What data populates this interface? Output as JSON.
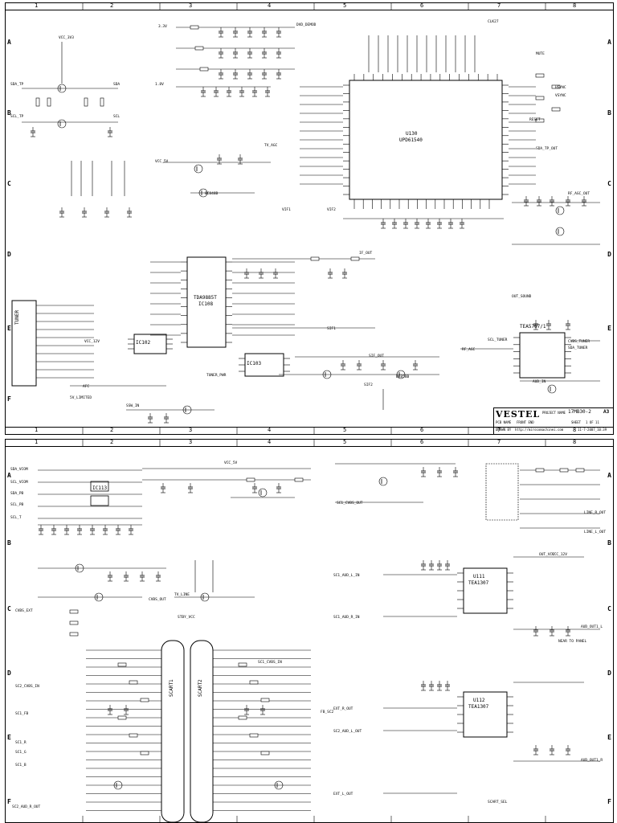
{
  "columns": [
    "1",
    "2",
    "3",
    "4",
    "5",
    "6",
    "7",
    "8"
  ],
  "rows": [
    "A",
    "B",
    "C",
    "D",
    "E",
    "F"
  ],
  "sheet1": {
    "chips": [
      {
        "id": "u130",
        "lines": [
          "U130",
          "UPD61540"
        ]
      },
      {
        "id": "ic_tda",
        "lines": [
          "TDA9885T",
          "IC108"
        ]
      },
      {
        "id": "ic_tea",
        "lines": [
          "TEA5767/1"
        ]
      },
      {
        "id": "ic_tuner",
        "lines": [
          "TUNER"
        ]
      },
      {
        "id": "ic_small",
        "lines": [
          "IC102"
        ]
      },
      {
        "id": "ic_bot",
        "lines": [
          "IC103"
        ]
      }
    ],
    "labels": [
      "SDA_TP",
      "SCL_TP",
      "SDA",
      "SCL",
      "VCC_3V3",
      "3.3V",
      "1.8V",
      "VCC_5V",
      "SIF_OUT",
      "VCC_12V",
      "CVBS_TUNER",
      "SDA_TUNER",
      "SCL_TUNER",
      "AFC",
      "RF_AGC",
      "IF_OUT",
      "5V_LIMITED",
      "SSW_IN",
      "HSYNC",
      "VSYNC",
      "CLK27",
      "MUTE",
      "RESET",
      "DVD_DEMOD",
      "TV_AGC",
      "VIF1",
      "VIF2",
      "SIF1",
      "SIF2",
      "OUT_SOUND",
      "AUD_IN",
      "TUNER_PWR",
      "BC848B",
      "BC858B",
      "RF_AGC_OUT",
      "SDA_TP_OUT"
    ],
    "title_block": {
      "company": "VESTEL",
      "project_label": "PROJECT NAME",
      "project_value": "17MB30-2",
      "size": "A3",
      "pcb_label": "PCB NAME",
      "pcb_value": "FRONT END",
      "sheet_label": "SHEET",
      "sheet_value": "1 OF 11",
      "drawn_label": "DRAWN BY",
      "drawn_value": "http://mirocomachinei.com",
      "date_value": "11-7-2007_10:39"
    }
  },
  "sheet2": {
    "chips": [
      {
        "id": "u_sw",
        "lines": [
          "U111",
          "TEA1307"
        ]
      },
      {
        "id": "u_sw2",
        "lines": [
          "U112",
          "TEA1307"
        ]
      },
      {
        "id": "u_mux",
        "lines": [
          "IC113"
        ]
      },
      {
        "id": "scart",
        "lines": [
          "SCART1",
          "SCART2"
        ]
      }
    ],
    "labels": [
      "SDA_VCOM",
      "SCL_VCOM",
      "SDA_PB",
      "SCL_PB",
      "SCL_T",
      "VCC_5V",
      "VCC_12V",
      "SC1_CVBS_OUT",
      "CVBS_OUT",
      "CVBS_EXT",
      "SC1_FB",
      "SC1_R",
      "SC1_G",
      "SC1_B",
      "SC2_CVBS_IN",
      "SC1_AUD_L_IN",
      "SC1_AUD_R_IN",
      "SC2_AUD_L_OUT",
      "SC2_AUD_R_OUT",
      "LINE_L_OUT",
      "LINE_R_OUT",
      "EXT_R_OUT",
      "EXT_L_OUT",
      "AUD_OUT1_L",
      "AUD_OUT1_R",
      "NEAR TO PANEL",
      "SCART_SEL",
      "TV_LINE",
      "STBY_VCC",
      "OUT_VCC",
      "SC1_CVBS_IN",
      "FB_SC2"
    ]
  }
}
